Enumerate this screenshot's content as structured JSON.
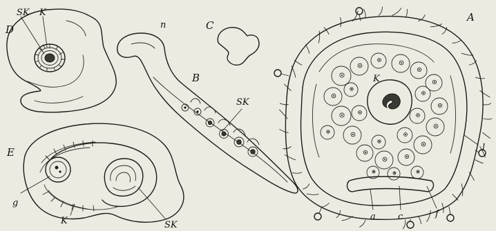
{
  "figure": {
    "panels": {
      "A": {
        "letter": "A",
        "inner_label": "K",
        "parts": {
          "l": "l",
          "a": "a",
          "c": "c",
          "f": "f"
        }
      },
      "B": {
        "letter": "B",
        "tip_label": "n",
        "part_label": "SK"
      },
      "C": {
        "letter": "C"
      },
      "D": {
        "letter": "D",
        "part_labels": [
          "SK",
          "K"
        ]
      },
      "E": {
        "letter": "E",
        "part_labels": [
          "g",
          "K",
          "SK"
        ]
      }
    }
  }
}
